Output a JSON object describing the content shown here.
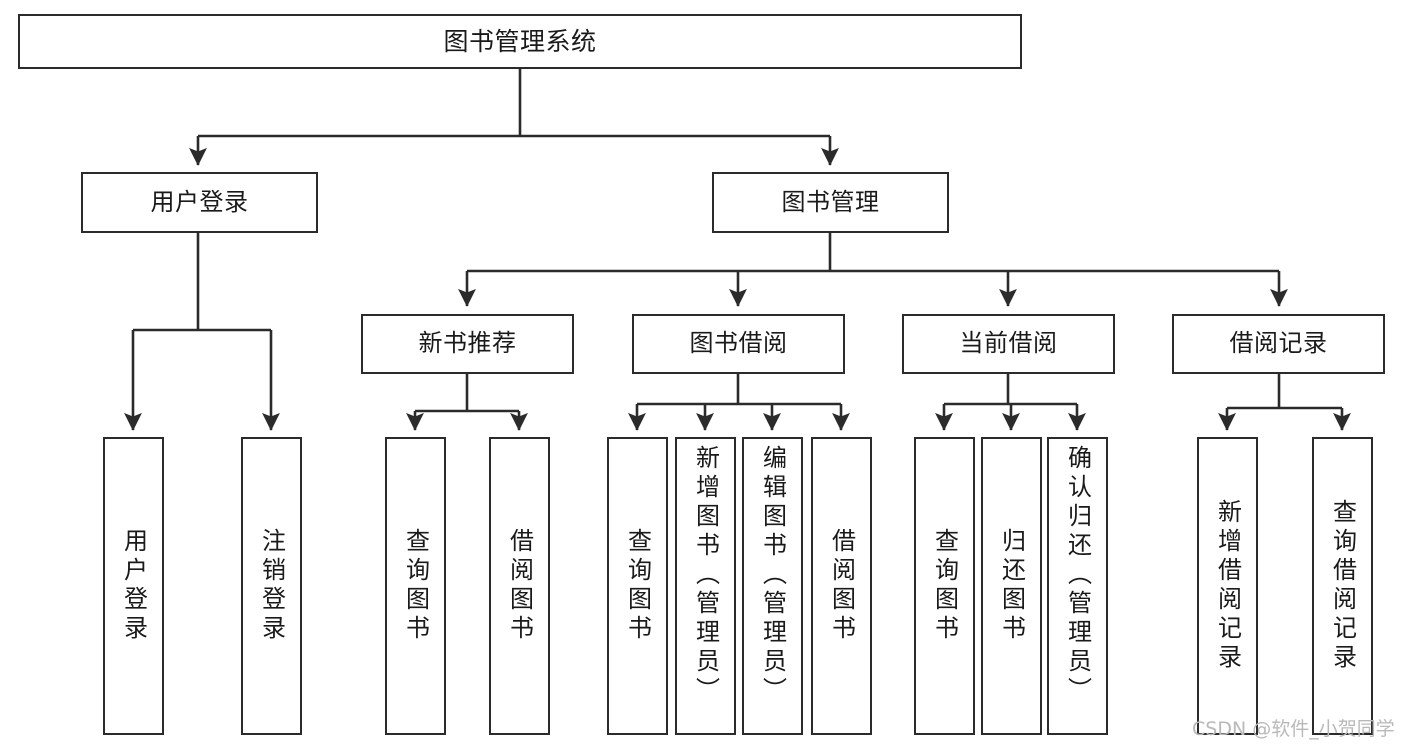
{
  "diagram": {
    "type": "tree",
    "orientation": "top-down",
    "colors": {
      "box_border": "#2b2b2b",
      "box_fill": "#ffffff",
      "edge": "#2b2b2b",
      "text": "#1a1a1a",
      "watermark": "#b9b9b9"
    },
    "root": {
      "label": "图书管理系统"
    },
    "level2": [
      {
        "label": "用户登录"
      },
      {
        "label": "图书管理"
      }
    ],
    "level3": [
      {
        "label": "新书推荐"
      },
      {
        "label": "图书借阅"
      },
      {
        "label": "当前借阅"
      },
      {
        "label": "借阅记录"
      }
    ],
    "leaves": {
      "user_login": [
        {
          "label": "用户登录"
        },
        {
          "label": "注销登录"
        }
      ],
      "new_book_recommend": [
        {
          "label": "查询图书"
        },
        {
          "label": "借阅图书"
        }
      ],
      "book_borrow": [
        {
          "label": "查询图书"
        },
        {
          "label": "新增图书（管理员）"
        },
        {
          "label": "编辑图书（管理员）"
        },
        {
          "label": "借阅图书"
        }
      ],
      "current_borrow": [
        {
          "label": "查询图书"
        },
        {
          "label": "归还图书"
        },
        {
          "label": "确认归还（管理员）"
        }
      ],
      "borrow_record": [
        {
          "label": "新增借阅记录"
        },
        {
          "label": "查询借阅记录"
        }
      ]
    }
  },
  "watermark": {
    "text": "CSDN @软件_小贺同学"
  }
}
